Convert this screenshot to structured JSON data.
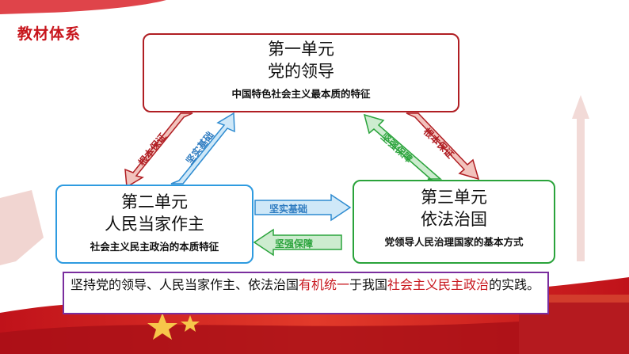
{
  "header": {
    "title": "教材体系"
  },
  "boxes": {
    "unit1": {
      "line1": "第一单元",
      "line2": "党的领导",
      "sub": "中国特色社会主义最本质的特征"
    },
    "unit2": {
      "line1": "第二单元",
      "line2": "人民当家作主",
      "sub": "社会主义民主政治的本质特征"
    },
    "unit3": {
      "line1": "第三单元",
      "line2": "依法治国",
      "sub": "党领导人民治理国家的基本方式"
    }
  },
  "arrows": {
    "u1_to_u2": "根本保证",
    "u2_to_u1": "坚实基础",
    "u3_to_u1": "坚强保障",
    "u1_to_u3": "根本保证",
    "u2_to_u3": "坚实基础",
    "u3_to_u2": "坚强保障"
  },
  "summary": {
    "part1": "坚持党的领导、人民当家作主、依法治国",
    "highlight1": "有机统一",
    "part2": "于我国",
    "highlight2": "社会主义民主政治",
    "part3": "的实践。"
  },
  "colors": {
    "red": "#c8161d",
    "box1_border": "#b01e23",
    "box2_border": "#2e9be0",
    "box3_border": "#2aa33b",
    "summary_border": "#7a2e9e"
  }
}
